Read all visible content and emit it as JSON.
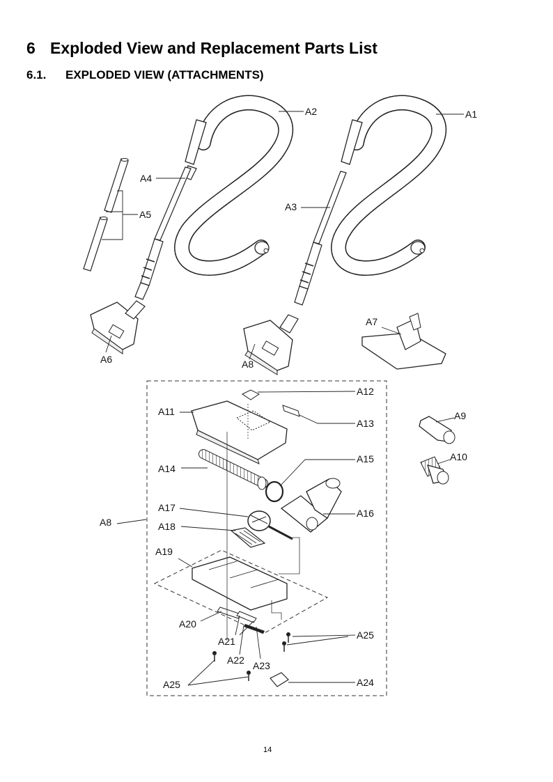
{
  "heading": {
    "number": "6",
    "title": "Exploded View and Replacement Parts List"
  },
  "subheading": {
    "number": "6.1.",
    "title": "EXPLODED VIEW (ATTACHMENTS)"
  },
  "page_number": "14",
  "part_labels": {
    "a1": "A1",
    "a2": "A2",
    "a3": "A3",
    "a4": "A4",
    "a5": "A5",
    "a6": "A6",
    "a7": "A7",
    "a8": "A8",
    "a9": "A9",
    "a10": "A10",
    "a11": "A11",
    "a12": "A12",
    "a13": "A13",
    "a14": "A14",
    "a15": "A15",
    "a16": "A16",
    "a17": "A17",
    "a18": "A18",
    "a19": "A19",
    "a20": "A20",
    "a21": "A21",
    "a22": "A22",
    "a23": "A23",
    "a24": "A24",
    "a25_right": "A25",
    "a25_left": "A25"
  }
}
